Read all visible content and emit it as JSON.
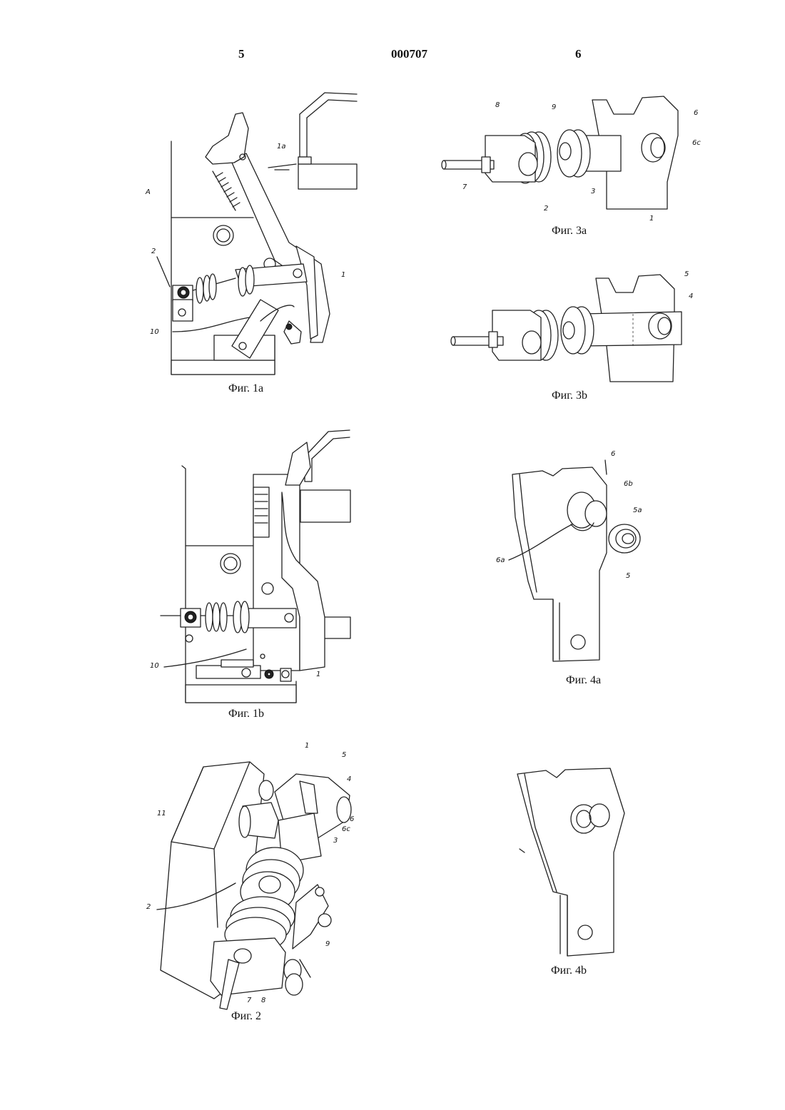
{
  "header": {
    "left_page": "5",
    "document_number": "000707",
    "right_page": "6"
  },
  "figures": {
    "fig1a": {
      "caption": "Фиг. 1а",
      "labels": {
        "A": "A",
        "n1a": "1a",
        "n2": "2",
        "n1": "1",
        "n10": "10"
      }
    },
    "fig1b": {
      "caption": "Фиг. 1b",
      "labels": {
        "n10": "10",
        "n1": "1"
      }
    },
    "fig2": {
      "caption": "Фиг. 2",
      "labels": {
        "n1": "1",
        "n5": "5",
        "n4": "4",
        "n6": "6",
        "n6c": "6c",
        "n3": "3",
        "n11": "11",
        "n2": "2",
        "n9": "9",
        "n7": "7",
        "n8": "8"
      }
    },
    "fig3a": {
      "caption": "Фиг. 3а",
      "labels": {
        "n8": "8",
        "n9": "9",
        "n6": "6",
        "n6c": "6c",
        "n7": "7",
        "n2": "2",
        "n3": "3",
        "n1": "1"
      }
    },
    "fig3b": {
      "caption": "Фиг. 3b",
      "labels": {
        "n5": "5",
        "n4": "4"
      }
    },
    "fig4a": {
      "caption": "Фиг. 4а",
      "labels": {
        "n6": "6",
        "n6b": "6b",
        "n5a": "5a",
        "n6a": "6a",
        "n5": "5"
      }
    },
    "fig4b": {
      "caption": "Фиг. 4b"
    }
  }
}
